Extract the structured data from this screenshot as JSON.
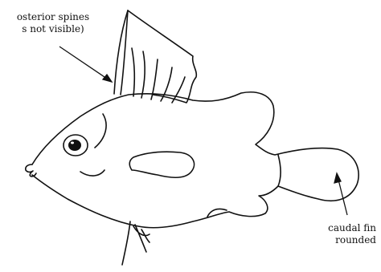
{
  "labels": {
    "posterior_spines": {
      "line1": "osterior spines",
      "line2": "s not visible)"
    },
    "caudal_fin": {
      "line1": "caudal fin",
      "line2": "rounded"
    }
  },
  "colors": {
    "ink": "#111111",
    "background": "#ffffff"
  }
}
